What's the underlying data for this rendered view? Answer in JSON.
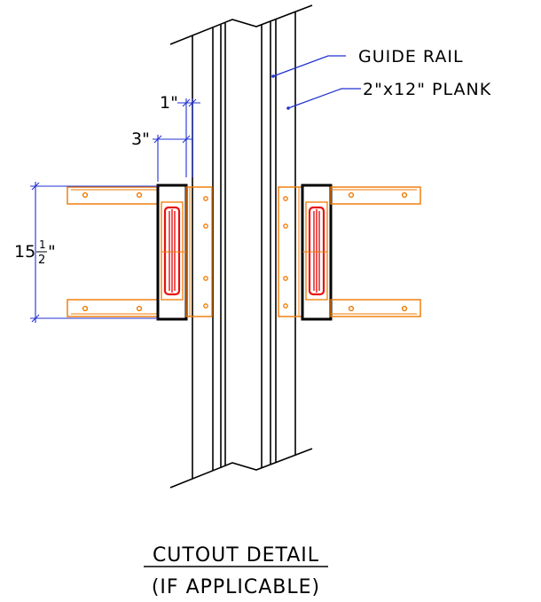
{
  "labels": {
    "guide_rail": "GUIDE RAIL",
    "plank": "2\"x12\" PLANK"
  },
  "dimensions": {
    "one_inch": "1\"",
    "three_inch": "3\"",
    "height_whole": "15",
    "height_num": "1",
    "height_den": "2",
    "height_unit": "\""
  },
  "title": {
    "line1": "CUTOUT DETAIL",
    "line2": "(IF APPLICABLE)"
  },
  "colors": {
    "line": "#000000",
    "bracket": "#f07800",
    "roller": "#e81010",
    "dimension": "#2030d0"
  }
}
